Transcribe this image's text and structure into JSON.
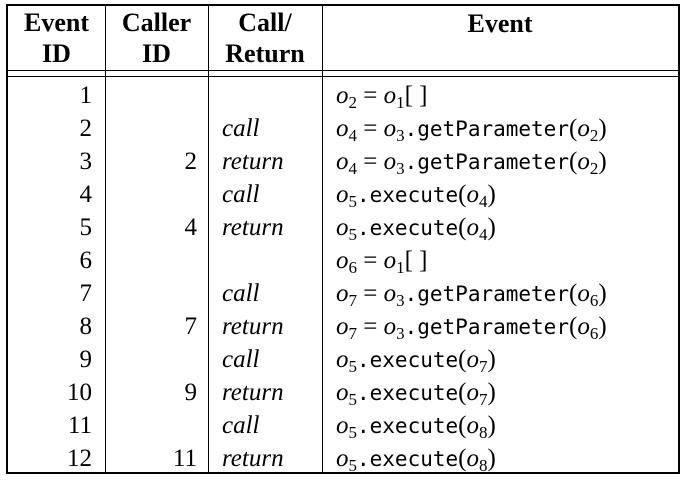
{
  "headers": [
    [
      "Event",
      "ID"
    ],
    [
      "Caller",
      "ID"
    ],
    [
      "Call/",
      "Return"
    ],
    [
      "Event"
    ]
  ],
  "rows": [
    {
      "id": "1",
      "caller": "",
      "kind": "",
      "event": [
        {
          "v": "o",
          "s": "2"
        },
        {
          "t": " = "
        },
        {
          "v": "o",
          "s": "1"
        },
        {
          "t": "[ ]"
        }
      ]
    },
    {
      "id": "2",
      "caller": "",
      "kind": "call",
      "event": [
        {
          "v": "o",
          "s": "4"
        },
        {
          "t": " = "
        },
        {
          "v": "o",
          "s": "3"
        },
        {
          "m": ".getParameter"
        },
        {
          "t": "("
        },
        {
          "v": "o",
          "s": "2"
        },
        {
          "t": ")"
        }
      ]
    },
    {
      "id": "3",
      "caller": "2",
      "kind": "return",
      "event": [
        {
          "v": "o",
          "s": "4"
        },
        {
          "t": " = "
        },
        {
          "v": "o",
          "s": "3"
        },
        {
          "m": ".getParameter"
        },
        {
          "t": "("
        },
        {
          "v": "o",
          "s": "2"
        },
        {
          "t": ")"
        }
      ]
    },
    {
      "id": "4",
      "caller": "",
      "kind": "call",
      "event": [
        {
          "v": "o",
          "s": "5"
        },
        {
          "m": ".execute"
        },
        {
          "t": "("
        },
        {
          "v": "o",
          "s": "4"
        },
        {
          "t": ")"
        }
      ]
    },
    {
      "id": "5",
      "caller": "4",
      "kind": "return",
      "event": [
        {
          "v": "o",
          "s": "5"
        },
        {
          "m": ".execute"
        },
        {
          "t": "("
        },
        {
          "v": "o",
          "s": "4"
        },
        {
          "t": ")"
        }
      ]
    },
    {
      "id": "6",
      "caller": "",
      "kind": "",
      "event": [
        {
          "v": "o",
          "s": "6"
        },
        {
          "t": " = "
        },
        {
          "v": "o",
          "s": "1"
        },
        {
          "t": "[ ]"
        }
      ]
    },
    {
      "id": "7",
      "caller": "",
      "kind": "call",
      "event": [
        {
          "v": "o",
          "s": "7"
        },
        {
          "t": " = "
        },
        {
          "v": "o",
          "s": "3"
        },
        {
          "m": ".getParameter"
        },
        {
          "t": "("
        },
        {
          "v": "o",
          "s": "6"
        },
        {
          "t": ")"
        }
      ]
    },
    {
      "id": "8",
      "caller": "7",
      "kind": "return",
      "event": [
        {
          "v": "o",
          "s": "7"
        },
        {
          "t": " = "
        },
        {
          "v": "o",
          "s": "3"
        },
        {
          "m": ".getParameter"
        },
        {
          "t": "("
        },
        {
          "v": "o",
          "s": "6"
        },
        {
          "t": ")"
        }
      ]
    },
    {
      "id": "9",
      "caller": "",
      "kind": "call",
      "event": [
        {
          "v": "o",
          "s": "5"
        },
        {
          "m": ".execute"
        },
        {
          "t": "("
        },
        {
          "v": "o",
          "s": "7"
        },
        {
          "t": ")"
        }
      ]
    },
    {
      "id": "10",
      "caller": "9",
      "kind": "return",
      "event": [
        {
          "v": "o",
          "s": "5"
        },
        {
          "m": ".execute"
        },
        {
          "t": "("
        },
        {
          "v": "o",
          "s": "7"
        },
        {
          "t": ")"
        }
      ]
    },
    {
      "id": "11",
      "caller": "",
      "kind": "call",
      "event": [
        {
          "v": "o",
          "s": "5"
        },
        {
          "m": ".execute"
        },
        {
          "t": "("
        },
        {
          "v": "o",
          "s": "8"
        },
        {
          "t": ")"
        }
      ]
    },
    {
      "id": "12",
      "caller": "11",
      "kind": "return",
      "event": [
        {
          "v": "o",
          "s": "5"
        },
        {
          "m": ".execute"
        },
        {
          "t": "("
        },
        {
          "v": "o",
          "s": "8"
        },
        {
          "t": ")"
        }
      ]
    }
  ]
}
